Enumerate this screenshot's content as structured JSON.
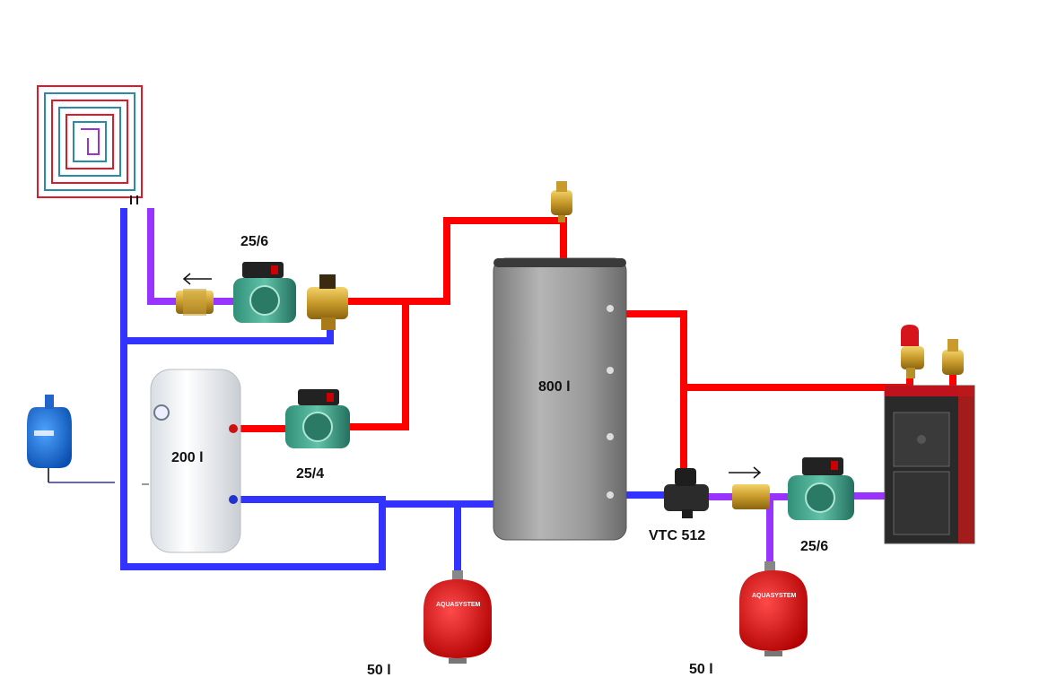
{
  "labels": {
    "pump_top": "25/6",
    "pump_middle": "25/4",
    "pump_right": "25/6",
    "buffer_tank": "800 l",
    "boiler_tank": "200 l",
    "valve": "VTC 512",
    "vessel_left": "50 l",
    "vessel_right": "50 l"
  },
  "colors": {
    "hot": "#ff0000",
    "cold": "#3333ff",
    "mixed": "#9933ff"
  }
}
